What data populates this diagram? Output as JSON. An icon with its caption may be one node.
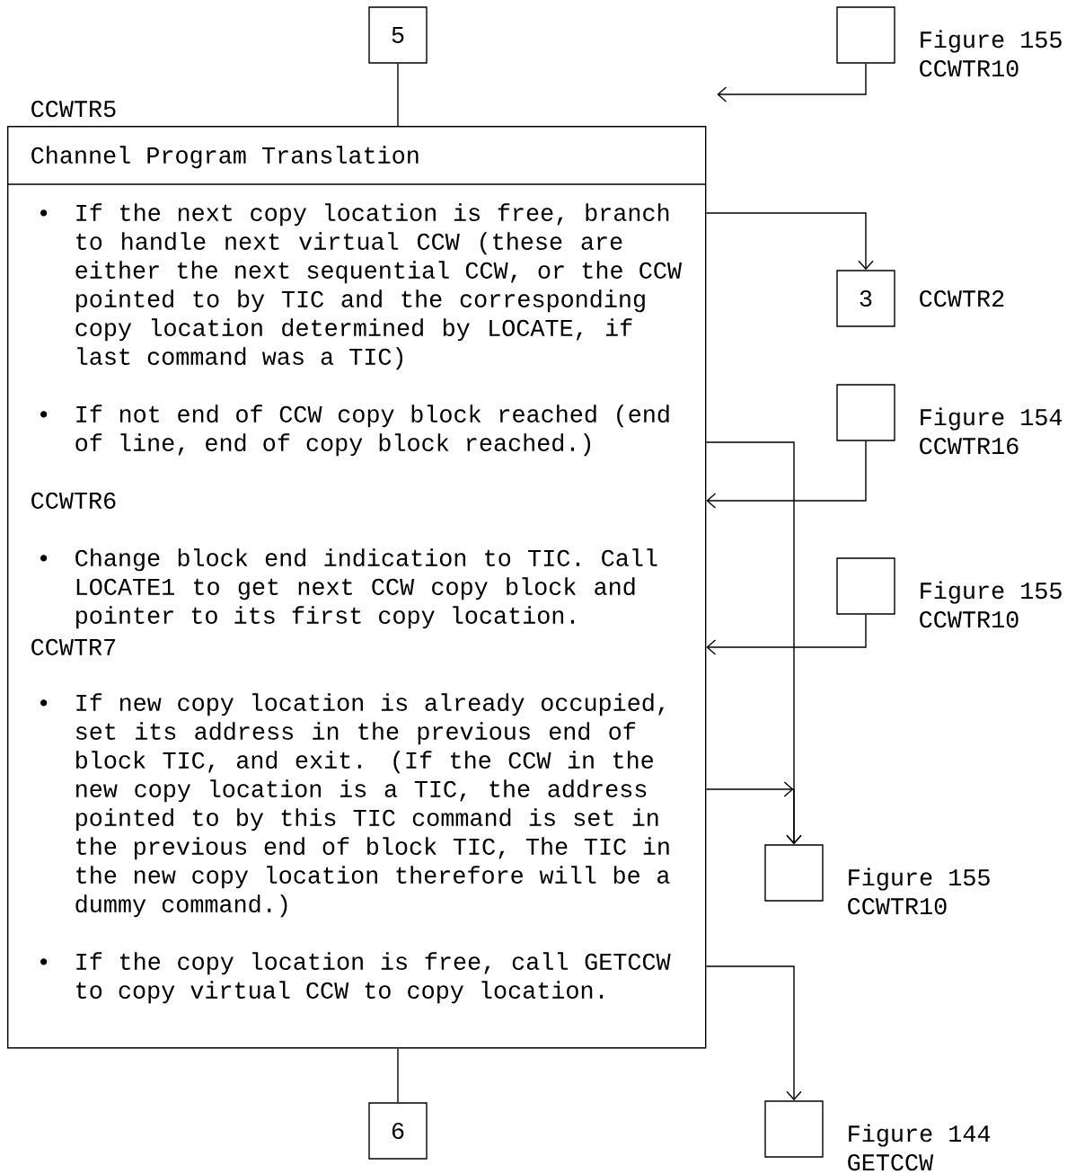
{
  "diagram": {
    "nodes": [
      {
        "text": [
          "5"
        ]
      },
      {
        "text": [],
        "shape": "box",
        "beside": [
          "Figure 155",
          "CCWTR10"
        ]
      },
      {
        "beside": [
          "CCWTR5"
        ],
        "text": [
          "Channel Program Translation",
          "•",
          "If the next copy location is free, branch to handle next virtual CCW (these are either the next sequential CCW, or the CCW pointed to by TIC and the corresponding copy location determined by LOCATE, if last command was a TIC)",
          "•",
          "If not end of CCW copy block reached (end of line, end of copy block reached.)",
          "CCWTR6",
          "•",
          "Change block end indication to TIC. Call LOCATE1 to get next CCW copy block and pointer to its first copy location.",
          "CCWTR7",
          "•",
          "If new copy location is already occupied, set its address in the previous end of block TIC, and exit. (If the CCW in the new copy location is a TIC, the address pointed to by this TIC command is set in the previous end of block TIC, The TIC in the new copy location therefore will be a dummy command.)",
          "•",
          "If the copy location is free, call GETCCW to copy virtual CCW to copy location."
        ]
      },
      {
        "text": [
          "3"
        ],
        "beside": [
          "CCWTR2"
        ]
      },
      {
        "text": [],
        "shape": "box",
        "beside": [
          "Figure 154",
          "CCWTR16"
        ]
      },
      {
        "text": [],
        "shape": "box",
        "beside": [
          "Figure 155",
          "CCWTR10"
        ]
      },
      {
        "text": [],
        "shape": "box",
        "beside": [
          "Figure 155",
          "CCWTR10"
        ]
      },
      {
        "text": [
          "6"
        ]
      },
      {
        "text": [],
        "shape": "box",
        "beside": [
          "Figure 144",
          "GETCCW"
        ]
      }
    ],
    "edges": [
      {
        "from": 0,
        "to": 2,
        "arrow": "none"
      },
      {
        "from": 1,
        "to": 2,
        "arrow": "to"
      },
      {
        "from": 2,
        "to": 3,
        "arrow": "to"
      },
      {
        "from": 2,
        "to": 6,
        "arrow": "to"
      },
      {
        "from": 4,
        "to": 2,
        "arrow": "to"
      },
      {
        "from": 5,
        "to": 2,
        "arrow": "to"
      },
      {
        "from": 2,
        "to": 6,
        "arrow": "to"
      },
      {
        "from": 2,
        "to": 8,
        "arrow": "to"
      },
      {
        "from": 2,
        "to": 7,
        "arrow": "none"
      }
    ]
  }
}
